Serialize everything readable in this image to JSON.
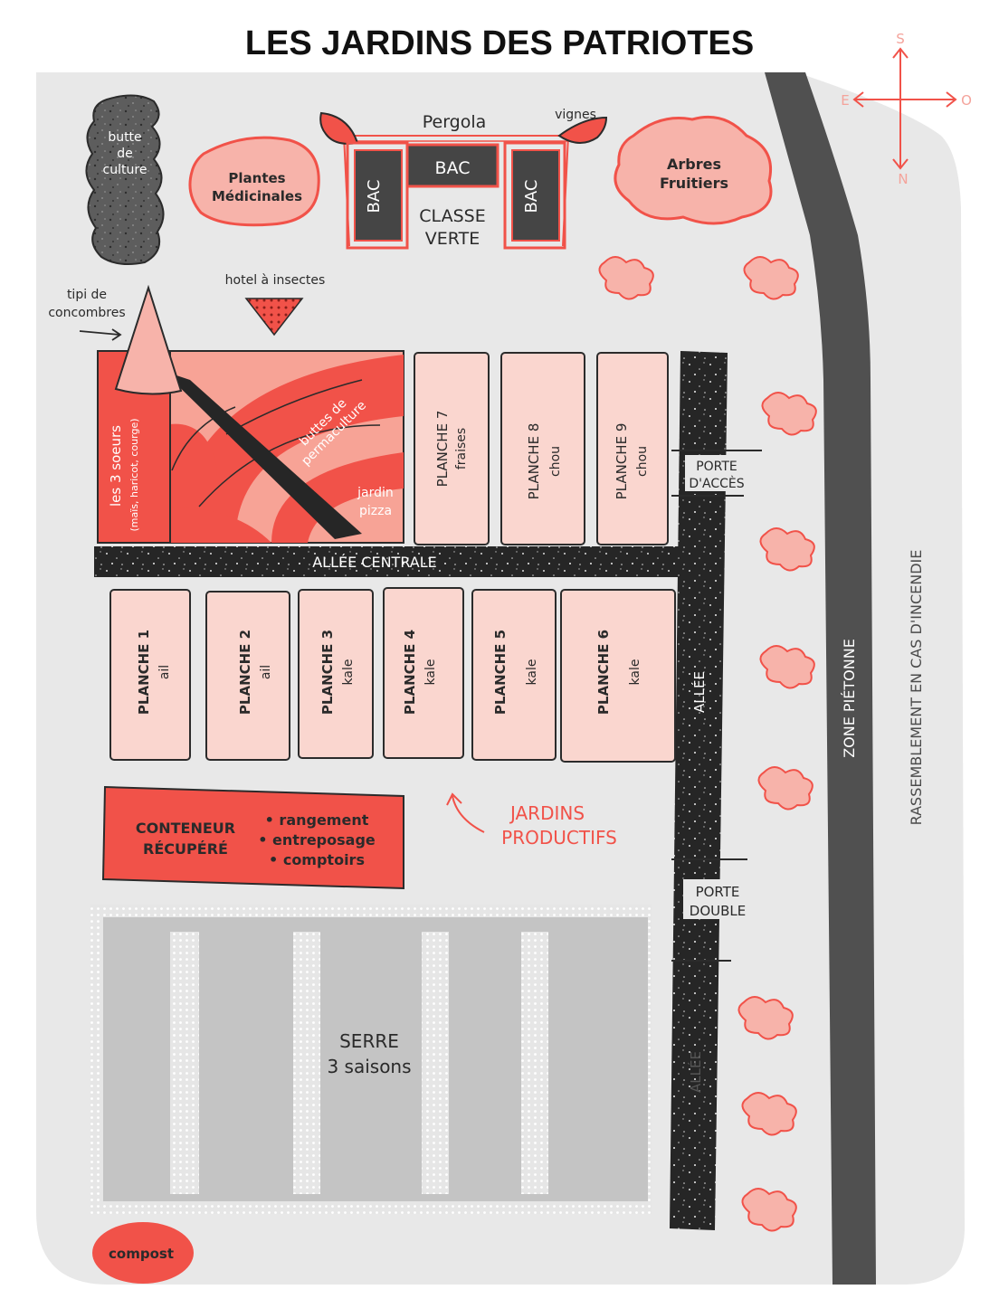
{
  "title": "LES JARDINS DES PATRIOTES",
  "compass": {
    "s": "S",
    "n": "N",
    "e": "E",
    "o": "O"
  },
  "zones": {
    "butte": [
      "butte",
      "de",
      "culture"
    ],
    "plantes": [
      "Plantes",
      "Médicinales"
    ],
    "pergola": "Pergola",
    "vignes": "vignes",
    "bac": "BAC",
    "classe": [
      "CLASSE",
      "VERTE"
    ],
    "arbres": [
      "Arbres",
      "Fruitiers"
    ],
    "hotel": "hotel à insectes",
    "tipi": [
      "tipi de",
      "concombres"
    ],
    "soeurs": "les 3 soeurs",
    "soeurs_detail": "(maïs, haricot, courge)",
    "buttes_perma": [
      "buttes de",
      "permaculture"
    ],
    "pizza": [
      "jardin",
      "pizza"
    ],
    "allee_centrale": "ALLÉE CENTRALE",
    "porte_acces": [
      "PORTE",
      "D'ACCÈS"
    ],
    "porte_double": [
      "PORTE",
      "DOUBLE"
    ],
    "allee": "ALLÉE",
    "zone_pietonne": "ZONE PIÉTONNE",
    "rassemblement": "RASSEMBLEMENT EN CAS D'INCENDIE",
    "jardins_productifs": [
      "JARDINS",
      "PRODUCTIFS"
    ],
    "conteneur": [
      "CONTENEUR",
      "RÉCUPÉRÉ"
    ],
    "conteneur_items": [
      "• rangement",
      "• entreposage",
      "• comptoirs"
    ],
    "serre": [
      "SERRE",
      "3 saisons"
    ],
    "compost": "compost"
  },
  "planches_top": [
    {
      "name": "PLANCHE 7",
      "crop": "fraises"
    },
    {
      "name": "PLANCHE 8",
      "crop": "chou"
    },
    {
      "name": "PLANCHE 9",
      "crop": "chou"
    }
  ],
  "planches_bottom": [
    {
      "name": "PLANCHE 1",
      "crop": "ail"
    },
    {
      "name": "PLANCHE 2",
      "crop": "ail"
    },
    {
      "name": "PLANCHE 3",
      "crop": "kale"
    },
    {
      "name": "PLANCHE 4",
      "crop": "kale"
    },
    {
      "name": "PLANCHE 5",
      "crop": "kale"
    },
    {
      "name": "PLANCHE 6",
      "crop": "kale"
    }
  ],
  "colors": {
    "background": "#e8e8e8",
    "accent": "#f15249",
    "pale": "#fad6cf",
    "dark": "#454545"
  }
}
